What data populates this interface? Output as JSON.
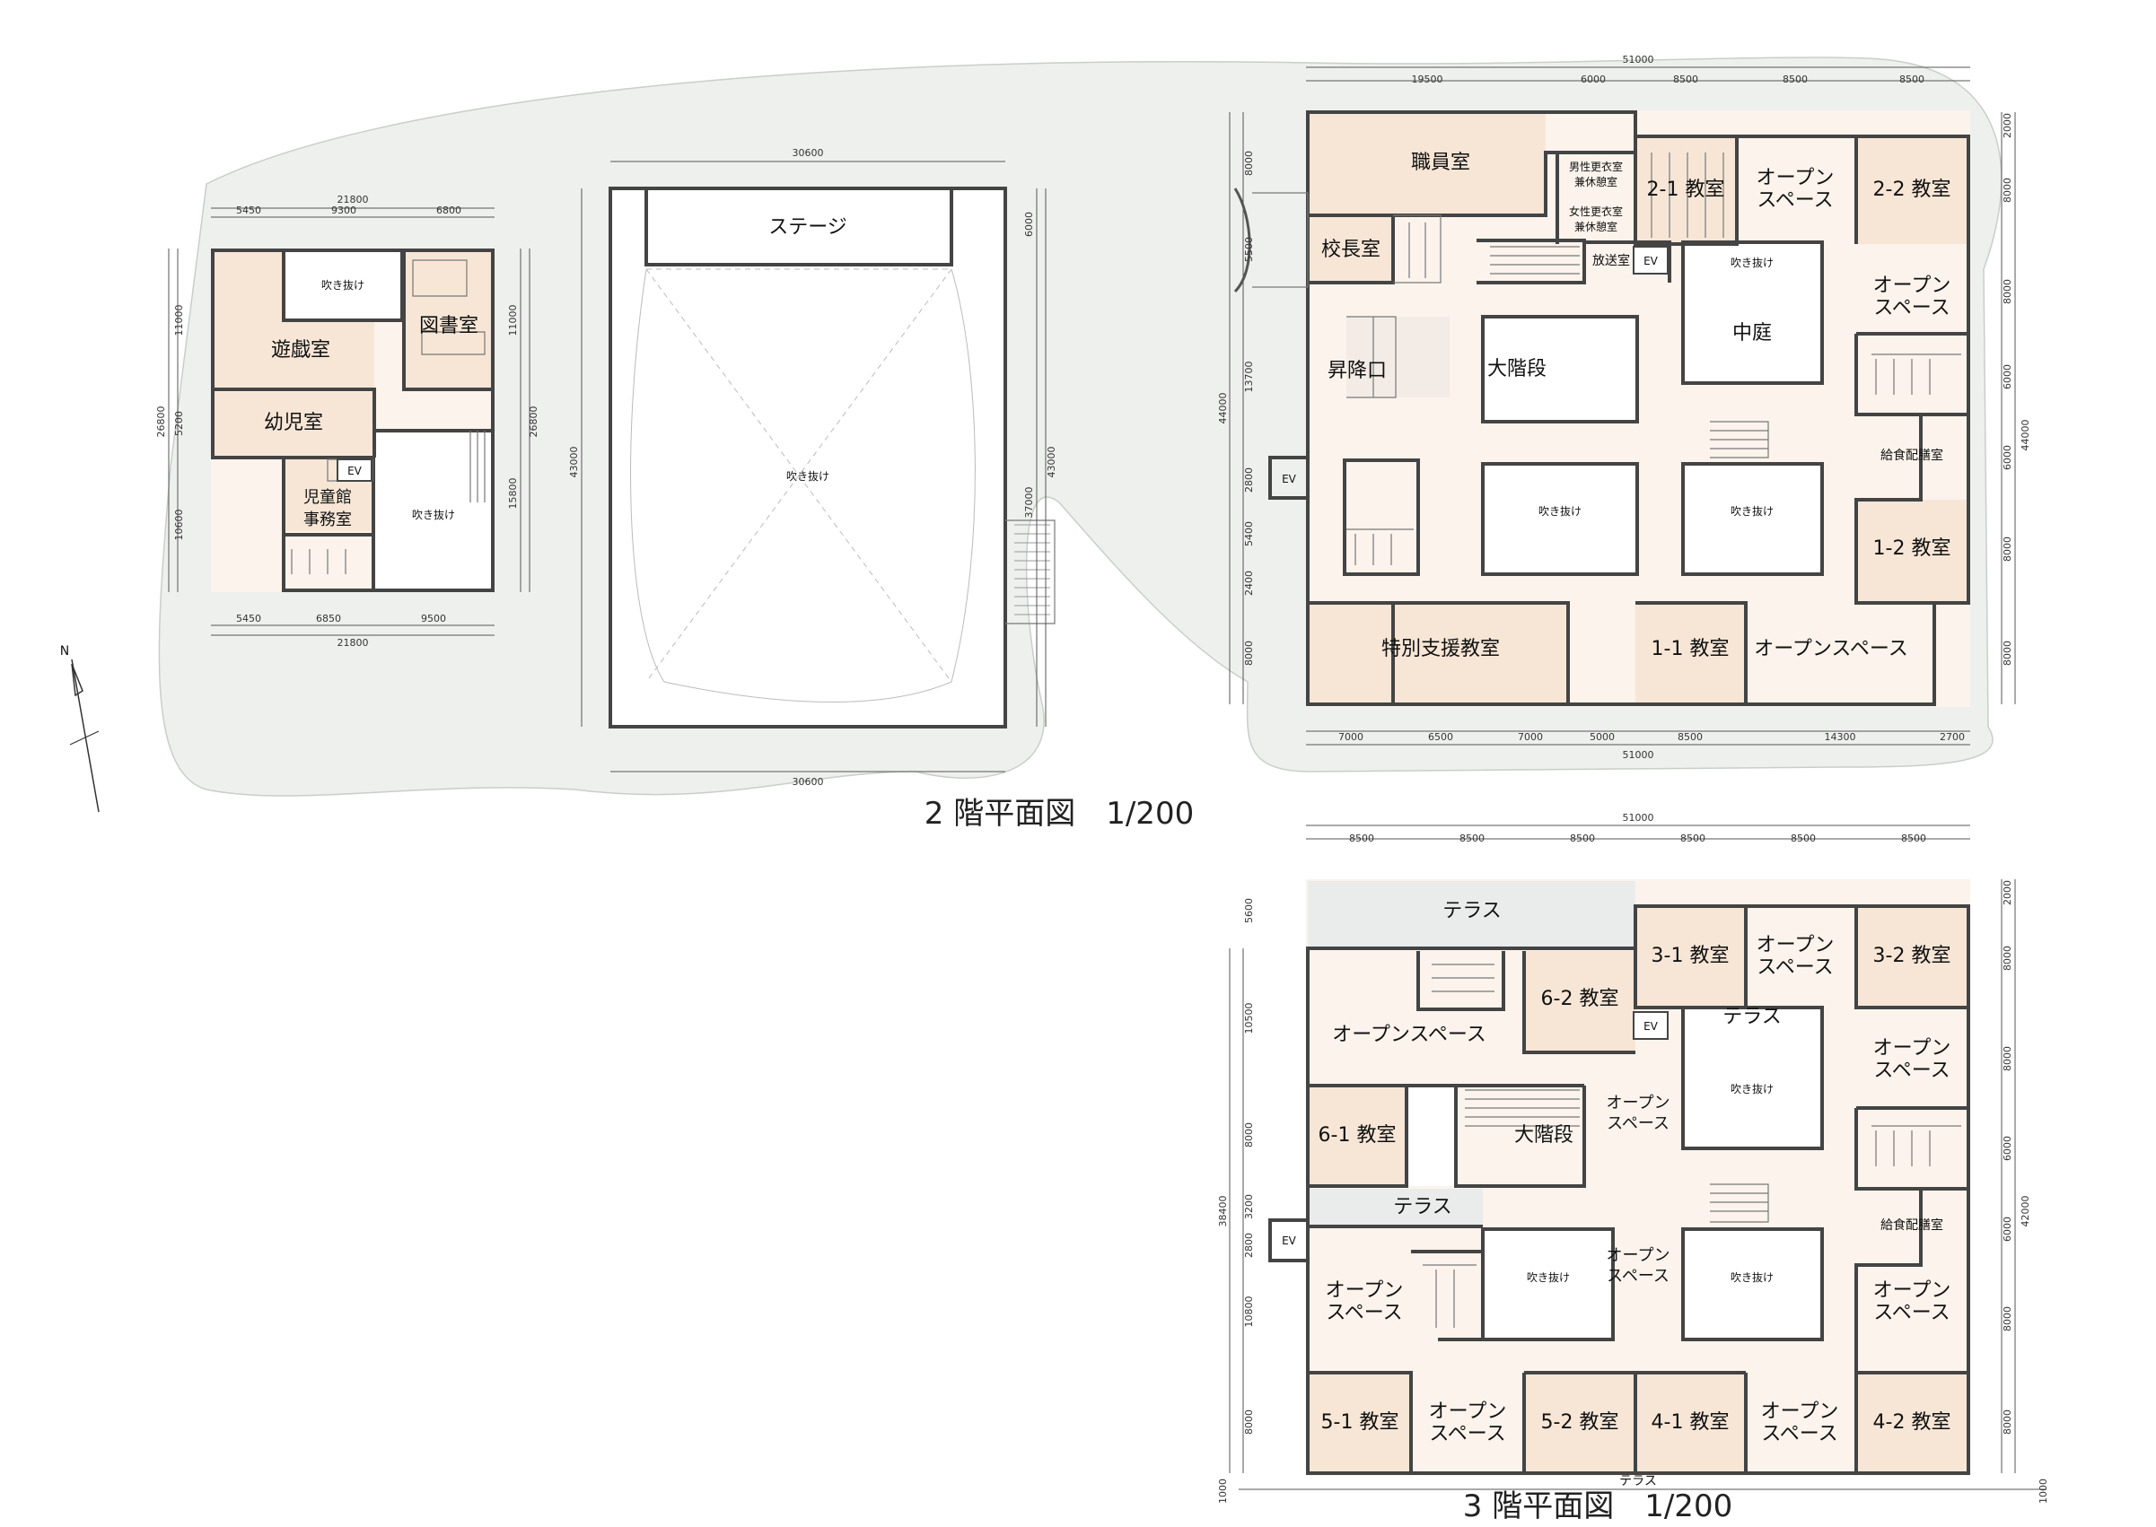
{
  "titles": {
    "floor2": "2 階平面図　1/200",
    "floor3": "3 階平面図　1/200"
  },
  "north": "N",
  "colors": {
    "room": "#f7e6d6",
    "corridor": "#fbf3ec",
    "ground": "#eef0ee",
    "wall": "#444444"
  },
  "left_building": {
    "rooms": {
      "fukinuke_top": "吹き抜け",
      "yugi": "遊戯室",
      "tosho": "図書室",
      "yoji": "幼児室",
      "ev": "EV",
      "jido": "児童館",
      "jimu": "事務室",
      "fukinuke_bottom": "吹き抜け"
    },
    "dims": {
      "top_total": "21800",
      "top": [
        "5450",
        "9300",
        "6800"
      ],
      "bottom": [
        "5450",
        "6850",
        "9500"
      ],
      "bottom_total": "21800",
      "left_total": "26800",
      "left": [
        "11000",
        "5200",
        "10600"
      ],
      "right_total": "26800",
      "right": [
        "11000",
        "15800"
      ]
    }
  },
  "gym": {
    "stage": "ステージ",
    "fukinuke": "吹き抜け",
    "dims": {
      "top": "30600",
      "bottom": "30600",
      "left": "43000",
      "right_total": "43000",
      "right": [
        "6000",
        "37000"
      ]
    }
  },
  "floor2_main": {
    "rooms": {
      "shokuin": "職員室",
      "dansei1": "男性更衣室",
      "dansei2": "兼休憩室",
      "josei1": "女性更衣室",
      "josei2": "兼休憩室",
      "c21": "2-1 教室",
      "open1a": "オープン",
      "open1b": "スペース",
      "c22": "2-2 教室",
      "kocho": "校長室",
      "hoso": "放送室",
      "ev1": "EV",
      "fukinuke_small": "吹き抜け",
      "open2a": "オープン",
      "open2b": "スペース",
      "nakaniwa": "中庭",
      "shokoguchi": "昇降口",
      "daikaidan": "大階段",
      "kyushoku": "給食配膳室",
      "ev2": "EV",
      "fukinuke_a": "吹き抜け",
      "fukinuke_b": "吹き抜け",
      "c12": "1-2 教室",
      "tokubetsu": "特別支援教室",
      "c11": "1-1 教室",
      "open3": "オープンスペース"
    },
    "dims": {
      "top_total": "51000",
      "top": [
        "19500",
        "6000",
        "8500",
        "8500",
        "8500"
      ],
      "bottom": [
        "7000",
        "6500",
        "7000",
        "5000",
        "8500",
        "14300",
        "2700"
      ],
      "bottom_total": "51000",
      "left_total": "44000",
      "left": [
        "8000",
        "5500",
        "13700",
        "2800",
        "5400",
        "2400",
        "8000"
      ],
      "right_total": "44000",
      "right": [
        "2000",
        "8000",
        "8000",
        "6000",
        "6000",
        "8000",
        "8000"
      ]
    }
  },
  "floor3_main": {
    "rooms": {
      "terrace1": "テラス",
      "c31": "3-1 教室",
      "open1a": "オープン",
      "open1b": "スペース",
      "c32": "3-2 教室",
      "c62": "6-2 教室",
      "ev1": "EV",
      "terrace2": "テラス",
      "open_left": "オープンスペース",
      "fukinuke_r": "吹き抜け",
      "open2a": "オープン",
      "open2b": "スペース",
      "c61": "6-1 教室",
      "daikaidan": "大階段",
      "open_ca": "オープン",
      "open_cb": "スペース",
      "terrace3": "テラス",
      "kyushoku": "給食配膳室",
      "ev2": "EV",
      "open_c2a": "オープン",
      "open_c2b": "スペース",
      "fukinuke_l": "吹き抜け",
      "fukinuke_m": "吹き抜け",
      "open3a": "オープン",
      "open3b": "スペース",
      "open4a": "オープン",
      "open4b": "スペース",
      "c51": "5-1 教室",
      "open5a": "オープン",
      "open5b": "スペース",
      "c52": "5-2 教室",
      "c41": "4-1 教室",
      "open6a": "オープン",
      "open6b": "スペース",
      "c42": "4-2 教室",
      "terrace4": "テラス"
    },
    "dims": {
      "top_total": "51000",
      "top": [
        "8500",
        "8500",
        "8500",
        "8500",
        "8500",
        "8500"
      ],
      "left_total": "38400",
      "left": [
        "5600",
        "10500",
        "8000",
        "3200",
        "2800",
        "10800",
        "8000"
      ],
      "right_total": "42000",
      "right": [
        "2000",
        "8000",
        "8000",
        "6000",
        "6000",
        "8000",
        "8000"
      ],
      "bottom_left": "1000",
      "bottom_right": "1000"
    }
  }
}
